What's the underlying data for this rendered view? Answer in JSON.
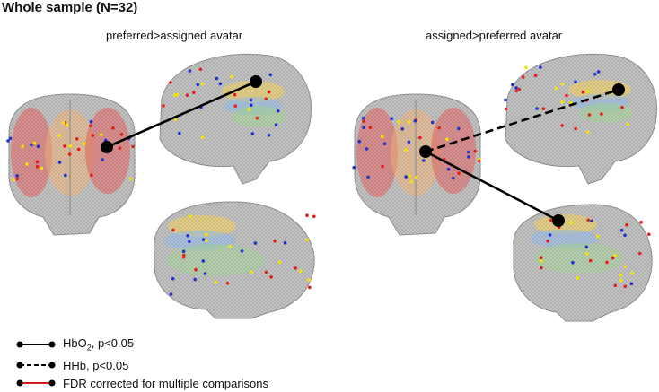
{
  "header": {
    "title": "Whole sample (N=32)"
  },
  "panels": {
    "left": {
      "title": "preferred>assigned avatar"
    },
    "right": {
      "title": "assigned>preferred avatar"
    }
  },
  "legend": {
    "hbo2": {
      "label_main": "HbO",
      "label_sub": "2",
      "label_rest": ", p<0.05"
    },
    "hhb": {
      "label": "HHb, p<0.05"
    },
    "fdr": {
      "label": "FDR corrected for multiple comparisons"
    }
  },
  "colors": {
    "brain": "#bdbdbd",
    "red_region": "#e06060",
    "orange_region": "#f0b070",
    "yellow_region": "#f2cf55",
    "blue_region": "#8fb8e8",
    "green_region": "#9fd18f",
    "dot_red": "#e0201c",
    "dot_blue": "#2233cc",
    "dot_yellow": "#f5e400",
    "connector": "#000000",
    "fdr_line": "#cc1f1f"
  }
}
